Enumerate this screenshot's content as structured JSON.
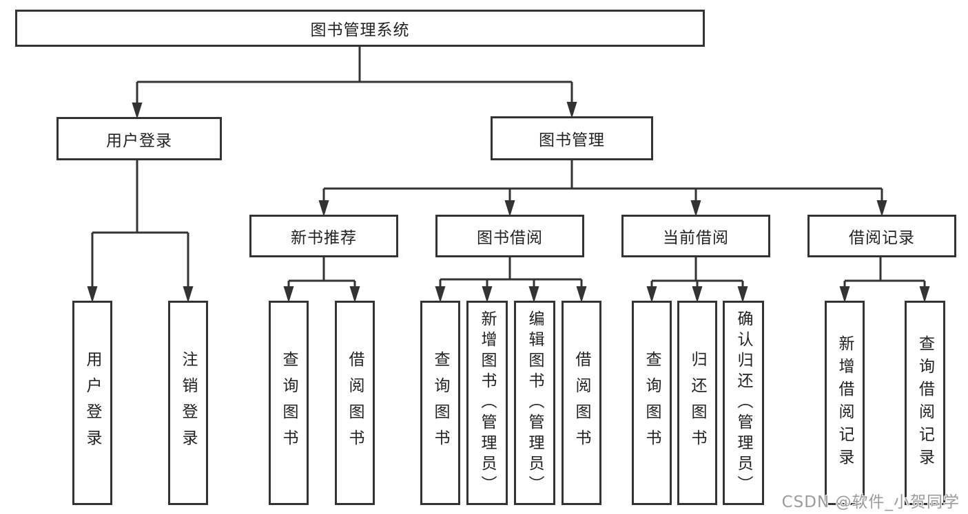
{
  "tree": {
    "root": "图书管理系统",
    "children": [
      {
        "label": "用户登录",
        "children": [
          {
            "label": "用户登录"
          },
          {
            "label": "注销登录"
          }
        ]
      },
      {
        "label": "图书管理",
        "children": [
          {
            "label": "新书推荐",
            "children": [
              {
                "label": "查询图书"
              },
              {
                "label": "借阅图书"
              }
            ]
          },
          {
            "label": "图书借阅",
            "children": [
              {
                "label": "查询图书"
              },
              {
                "label": "新增图书（管理员）"
              },
              {
                "label": "编辑图书（管理员）"
              },
              {
                "label": "借阅图书"
              }
            ]
          },
          {
            "label": "当前借阅",
            "children": [
              {
                "label": "查询图书"
              },
              {
                "label": "归还图书"
              },
              {
                "label": "确认归还（管理员）"
              }
            ]
          },
          {
            "label": "借阅记录",
            "children": [
              {
                "label": "新增借阅记录"
              },
              {
                "label": "查询借阅记录"
              }
            ]
          }
        ]
      }
    ]
  },
  "watermark": {
    "text": "CSDN @软件_小贺同学"
  },
  "colors": {
    "line": "#333333",
    "box_border": "#333333",
    "text": "#222222",
    "watermark": "#9b9b9b",
    "background": "#ffffff"
  }
}
